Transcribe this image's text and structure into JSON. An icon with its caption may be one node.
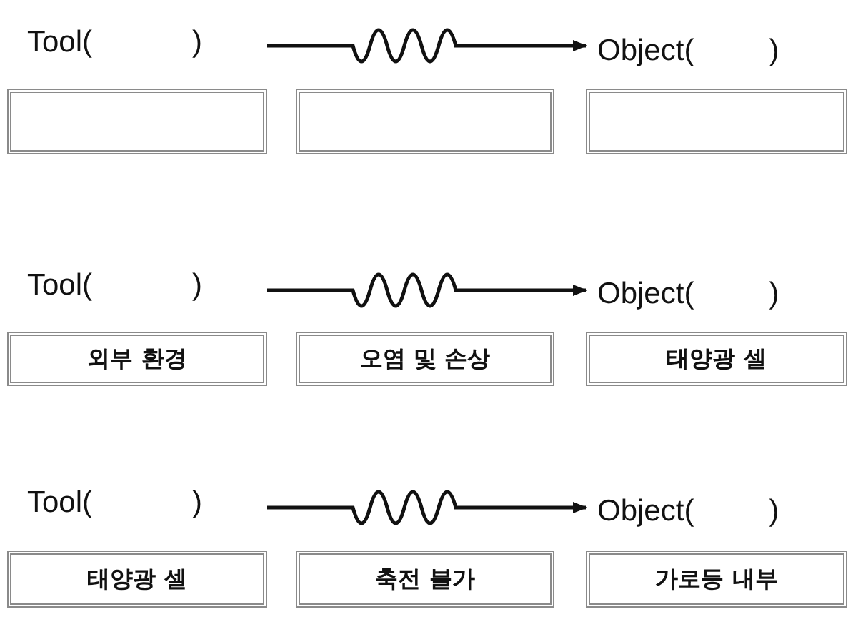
{
  "diagram": {
    "nodes": [
      {
        "text": [
          "Tool(            )"
        ]
      },
      {
        "text": [],
        "shape": "box"
      },
      {
        "text": [
          "Object(         )"
        ]
      },
      {
        "text": [
          "Tool(            )",
          "외부 환경"
        ]
      },
      {
        "text": [
          "오염 및 손상"
        ]
      },
      {
        "text": [
          "Object(         )",
          "태양광 셀"
        ]
      },
      {
        "text": [
          "Tool(            )",
          "태양광 셀"
        ]
      },
      {
        "text": [
          "축전 불가"
        ]
      },
      {
        "text": [
          "Object(         )",
          "가로등 내부"
        ]
      }
    ],
    "edges": [
      {
        "from": 0,
        "to": 2,
        "arrow": "to"
      },
      {
        "from": 3,
        "to": 5,
        "arrow": "to"
      },
      {
        "from": 6,
        "to": 8,
        "arrow": "to"
      }
    ]
  }
}
